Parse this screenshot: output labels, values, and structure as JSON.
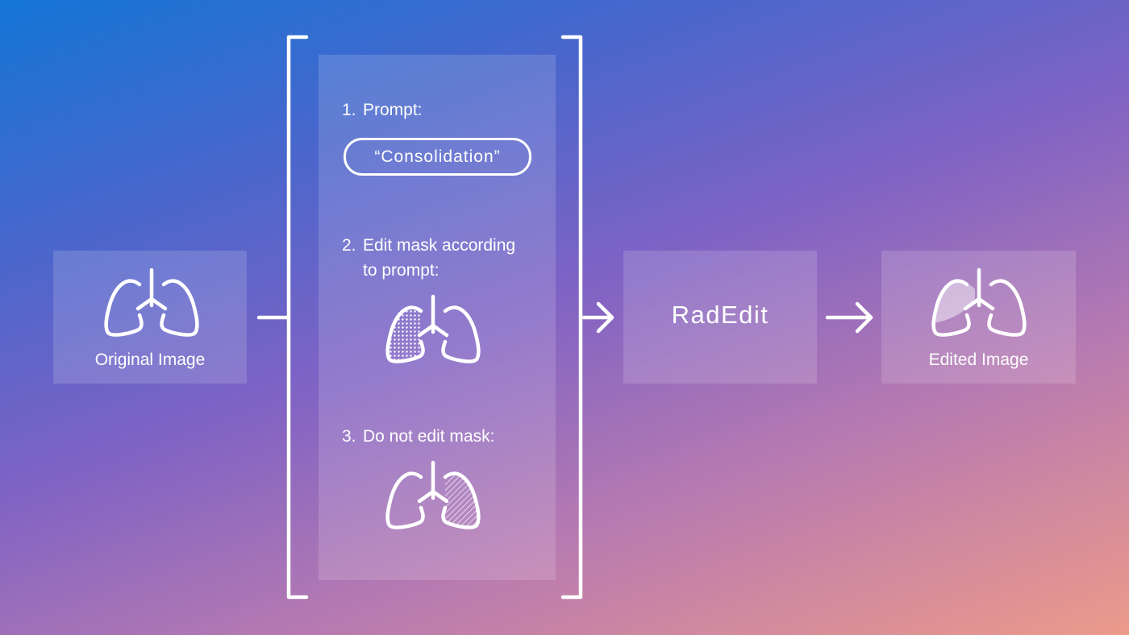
{
  "original": {
    "label": "Original Image",
    "icon": "lungs-icon"
  },
  "mask_panel": {
    "step1": {
      "number": "1.",
      "text": "Prompt:"
    },
    "prompt_value": "“Consolidation”",
    "step2": {
      "number": "2.",
      "line1": "Edit mask according",
      "line2": "to prompt:"
    },
    "step3": {
      "number": "3.",
      "text": "Do not edit mask:"
    },
    "edit_mask_icon": "lungs-dotted-left-icon",
    "do_not_edit_icon": "lungs-hatched-right-icon"
  },
  "model": {
    "label": "RadEdit"
  },
  "edited": {
    "label": "Edited Image",
    "icon": "lungs-highlighted-icon"
  },
  "colors": {
    "stroke": "#ffffff",
    "panel": "rgba(255,255,255,0.15)"
  }
}
